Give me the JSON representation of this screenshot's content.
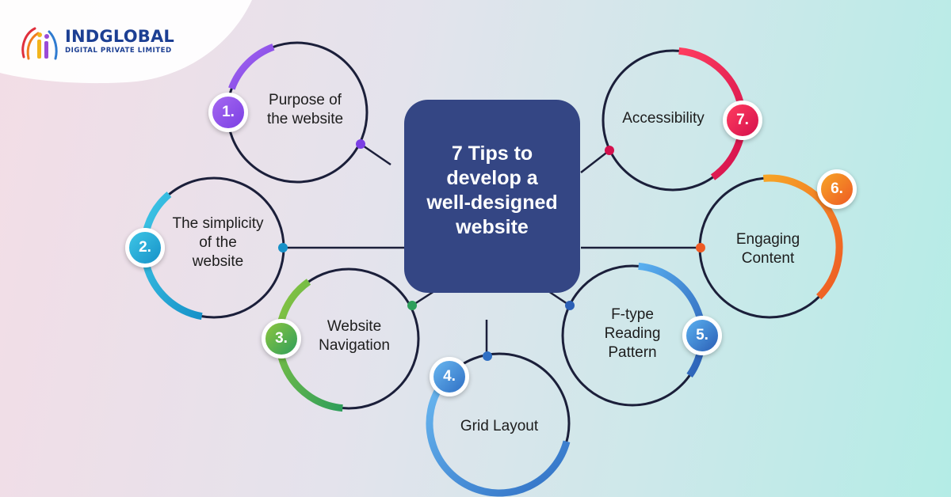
{
  "brand": {
    "name_part1": "IND",
    "name_part2": "GLOBAL",
    "tagline": "DIGITAL PRIVATE LIMITED"
  },
  "center": {
    "title": "7 Tips to\ndevelop a\nwell-designed\nwebsite"
  },
  "tips": [
    {
      "number": "1.",
      "label": "Purpose of\nthe website",
      "colors": [
        "#a568f0",
        "#7b3fe4"
      ]
    },
    {
      "number": "2.",
      "label": "The simplicity\nof the\nwebsite",
      "colors": [
        "#3ec6e6",
        "#1691c8"
      ]
    },
    {
      "number": "3.",
      "label": "Website\nNavigation",
      "colors": [
        "#8cc63f",
        "#2e9e5b"
      ]
    },
    {
      "number": "4.",
      "label": "Grid Layout",
      "colors": [
        "#69b7f0",
        "#2f6fc4"
      ]
    },
    {
      "number": "5.",
      "label": "F-type\nReading\nPattern",
      "colors": [
        "#5ab0f0",
        "#2b5fb5"
      ]
    },
    {
      "number": "6.",
      "label": "Engaging\nContent",
      "colors": [
        "#f7a526",
        "#ee5a24"
      ]
    },
    {
      "number": "7.",
      "label": "Accessibility",
      "colors": [
        "#ff3d5f",
        "#d4104d"
      ]
    }
  ]
}
